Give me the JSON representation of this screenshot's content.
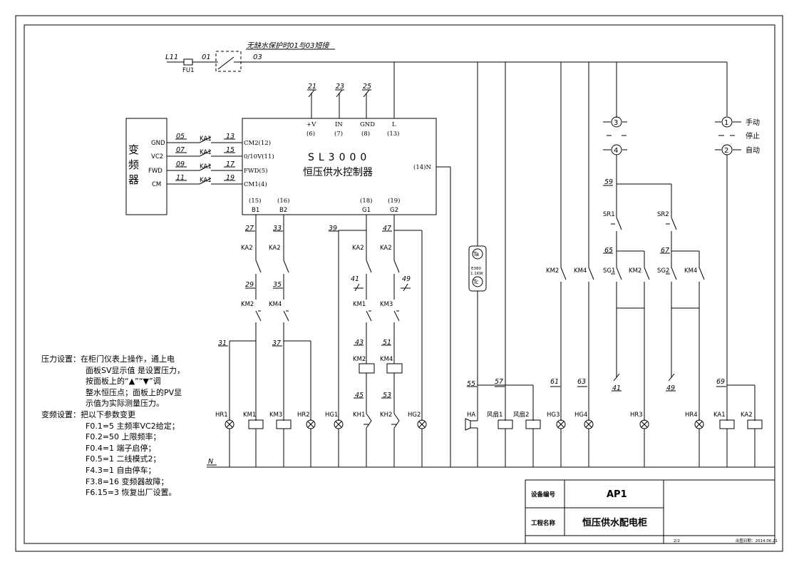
{
  "fuse": {
    "line": "L11",
    "wire1": "01",
    "wire2": "03",
    "label": "FU1",
    "note": "无缺水保护时01与03短接"
  },
  "vfd": {
    "label": "变频器",
    "terms": [
      "GND",
      "VC2",
      "FWD",
      "CM"
    ],
    "wires": [
      "05",
      "07",
      "09",
      "11"
    ],
    "relays": [
      "KA1",
      "KA1",
      "KA1",
      "KA1"
    ],
    "wires2": [
      "13",
      "15",
      "17",
      "19"
    ]
  },
  "controller": {
    "title1": "SL3000",
    "title2": "恒压供水控制器",
    "left_terms": [
      "CM2(12)",
      "0/10V(11)",
      "FWD(5)",
      "CM1(4)"
    ],
    "top_wires": [
      "21",
      "23",
      "25"
    ],
    "top_terms": [
      "+V",
      "IN",
      "GND",
      "L"
    ],
    "top_nums": [
      "(6)",
      "(7)",
      "(8)",
      "(13)"
    ],
    "neutral": "(14)N",
    "bottom_nums": [
      "(15)",
      "(16)",
      "(18)",
      "(19)"
    ],
    "bottom_terms": [
      "B1",
      "B2",
      "G1",
      "G2"
    ]
  },
  "selector": {
    "labels": [
      "手动",
      "停止",
      "自动"
    ],
    "nums": [
      "1",
      "2",
      "3",
      "4"
    ]
  },
  "timer": {
    "top": "Ta",
    "mid1": "E380",
    "mid2": "1.1KW",
    "bot": "Tc"
  },
  "circuit": {
    "wires": [
      "27",
      "33",
      "39",
      "47",
      "29",
      "35",
      "41",
      "49",
      "31",
      "37",
      "43",
      "51",
      "45",
      "53",
      "55",
      "57",
      "61",
      "63",
      "59",
      "65",
      "67",
      "41",
      "49",
      "69"
    ],
    "contacts": [
      "KA2",
      "KA2",
      "KA2",
      "KA2",
      "KM2",
      "KM4",
      "KM1",
      "KM3",
      "KM2",
      "KM4",
      "KM2",
      "KM4",
      "SR1",
      "SR2",
      "SG1",
      "SG2"
    ],
    "coil_labels": [
      "KM2",
      "KM4"
    ],
    "loads": [
      "HR1",
      "KM1",
      "KM3",
      "HR2",
      "HG1",
      "KH1",
      "KH2",
      "HG2",
      "HA",
      "风扇1",
      "风扇2",
      "HG3",
      "HG4",
      "HR3",
      "HR4",
      "KA1",
      "KA2"
    ],
    "neutral": "N"
  },
  "notes": {
    "p1_head": "压力设置：",
    "p1_lines": [
      "在柜门仪表上操作，通上电",
      "面板SV显示值 是设置压力，",
      "按面板上的“▲”“▼”调",
      "整水恒压点；面板上的PV显",
      "示值为实际测量压力。"
    ],
    "p2_head": "变频设置：",
    "p2_lines": [
      "把以下参数变更",
      "F0.1=5    主频率VC2给定；",
      "F0.2=50  上限频率；",
      "F0.4=1    端子启停；",
      "F0.5=1    二线模式2；",
      "F4.3=1    自由停车；",
      "F3.8=16  变频器故障；",
      "F6.15=3  恢复出厂设置。"
    ]
  },
  "title_block": {
    "label1": "设备编号",
    "value1": "AP1",
    "label2": "工程名称",
    "value2": "恒压供水配电柜",
    "page": "2/2",
    "date": "出图日期：2014.06.21"
  }
}
